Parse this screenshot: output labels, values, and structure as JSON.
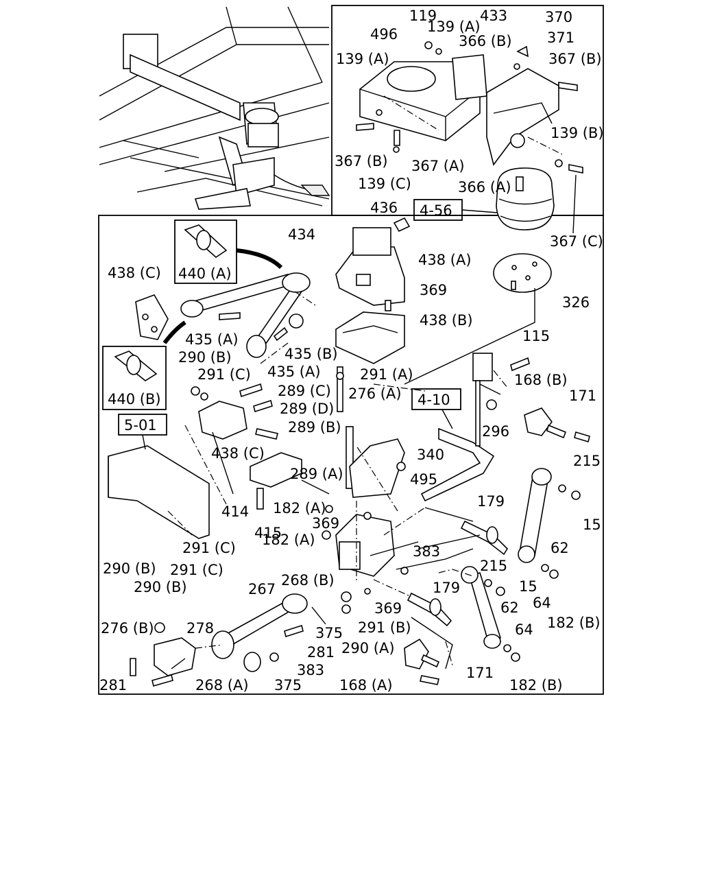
{
  "labels": {
    "l119": "119",
    "l139a_top": "139 (A)",
    "l433": "433",
    "l370": "370",
    "l496": "496",
    "l366b": "366 (B)",
    "l371": "371",
    "l139a_left": "139 (A)",
    "l367b_tr": "367 (B)",
    "l139b": "139 (B)",
    "l367b_l": "367 (B)",
    "l367a_top": "367 (A)",
    "l366a": "366 (A)",
    "l139c": "139 (C)",
    "l436": "436",
    "l434": "434",
    "l438a": "438 (A)",
    "l438c_top": "438 (C)",
    "l440a": "440 (A)",
    "l369_top": "369",
    "l326": "326",
    "l367c": "367 (C)",
    "l438b": "438 (B)",
    "l435a_1": "435 (A)",
    "l435b": "435 (B)",
    "l435a_2": "435 (A)",
    "l290b_1": "290 (B)",
    "l291c_1": "291 (C)",
    "l291a": "291 (A)",
    "l115": "115",
    "l168b": "168 (B)",
    "l171_top": "171",
    "l440b": "440 (B)",
    "l289c": "289 (C)",
    "l276a": "276 (A)",
    "l289d": "289 (D)",
    "l296": "296",
    "l289b": "289 (B)",
    "l438c_mid": "438 (C)",
    "l340": "340",
    "l215_r": "215",
    "l289a": "289 (A)",
    "l495": "495",
    "l414": "414",
    "l182a_1": "182 (A)",
    "l179_r": "179",
    "l15_r": "15",
    "l415": "415",
    "l369_mid": "369",
    "l62_r": "62",
    "l182a_2": "182 (A)",
    "l291c_2": "291 (C)",
    "l383_r": "383",
    "l290b_2": "290 (B)",
    "l291c_3": "291 (C)",
    "l215_m": "215",
    "l268b": "268 (B)",
    "l290b_3": "290 (B)",
    "l15_m": "15",
    "l267": "267",
    "l179_m": "179",
    "l64_r": "64",
    "l369_bot": "369",
    "l62_m": "62",
    "l182b_r": "182 (B)",
    "l276b": "276 (B)",
    "l278": "278",
    "l375_a": "375",
    "l291b": "291 (B)",
    "l64_m": "64",
    "l281_a": "281",
    "l290a": "290 (A)",
    "l383_b": "383",
    "l171_bot": "171",
    "l281_b": "281",
    "l268a": "268 (A)",
    "l375_b": "375",
    "l168a": "168 (A)",
    "l182b_b": "182 (B)"
  },
  "refs": {
    "ref_456": "4-56",
    "ref_410": "4-10",
    "ref_501": "5-01"
  }
}
